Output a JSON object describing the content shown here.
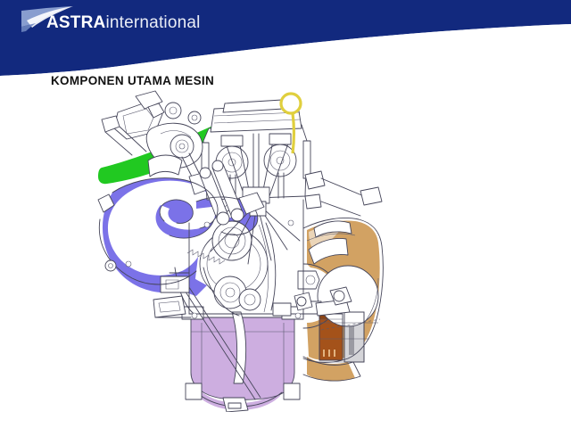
{
  "slide": {
    "title": "KOMPONEN UTAMA MESIN",
    "background_color": "#ffffff"
  },
  "header": {
    "band_color": "#12297e",
    "swoosh_color": "#ffffff",
    "logo": {
      "icon": "astra-wing-logo",
      "mark_color": "#8fa3d4",
      "mark_color_dark": "#1b3a96"
    },
    "brand": {
      "primary": "ASTRA",
      "secondary": "international",
      "primary_color": "#ffffff",
      "secondary_color": "#e9edf6"
    }
  },
  "diagram": {
    "name": "engine-cutaway-diagram",
    "caption": "",
    "line_color": "#3a3a4a",
    "fill_white": "#ffffff",
    "regions": [
      {
        "id": "intake-manifold",
        "label": "Intake manifold",
        "color": "#7b72e8"
      },
      {
        "id": "valve-cover-highlight",
        "label": "Highlight band",
        "color": "#21c921"
      },
      {
        "id": "exhaust-bellhousing",
        "label": "Bell housing / exhaust side",
        "color": "#d2a263"
      },
      {
        "id": "oil-pan",
        "label": "Oil pan",
        "color": "#cdaee0"
      },
      {
        "id": "oil-filter",
        "label": "Oil filter element",
        "color": "#a4521a"
      },
      {
        "id": "dipstick",
        "label": "Dipstick",
        "color": "#e8d84a"
      },
      {
        "id": "block-shadow",
        "label": "Block shading",
        "color": "#b9b9b9"
      },
      {
        "id": "accessory-shadow",
        "label": "Accessory shading",
        "color": "#d8d8dc"
      }
    ]
  }
}
